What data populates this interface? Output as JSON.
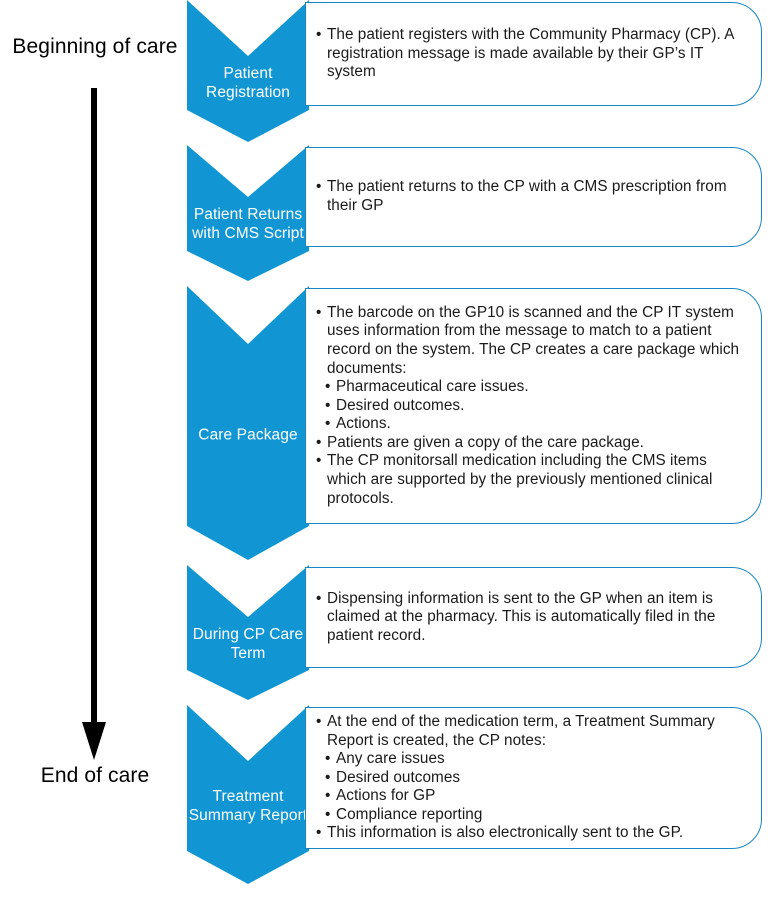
{
  "diagram": {
    "title_begin": "Beginning of care",
    "title_end": "End of care",
    "accent_color": "#1296D3",
    "border_color": "#1886C4",
    "arrow_color": "#000000",
    "text_color": "#1a1a1a"
  },
  "timeline": {
    "start_label": "Beginning of care",
    "end_label": "End of care",
    "arrow_icon": "down-arrow-icon"
  },
  "steps": [
    {
      "label": "Patient Registration",
      "bullets": [
        {
          "level": 0,
          "text": "The patient registers with the Community Pharmacy (CP). A registration message is made available by their GP’s IT system"
        }
      ]
    },
    {
      "label": "Patient Returns with CMS Script",
      "bullets": [
        {
          "level": 0,
          "text": "The patient returns to the CP with a CMS prescription from their GP"
        }
      ]
    },
    {
      "label": "Care Package",
      "bullets": [
        {
          "level": 0,
          "text": "The barcode on the GP10 is scanned and the CP IT system uses information from the message to match to a patient record on the system. The CP creates a care package which documents:"
        },
        {
          "level": 1,
          "text": "Pharmaceutical care issues."
        },
        {
          "level": 1,
          "text": "Desired outcomes."
        },
        {
          "level": 1,
          "text": "Actions."
        },
        {
          "level": 0,
          "text": "Patients are given a copy of the care package."
        },
        {
          "level": 0,
          "text": "The CP monitorsall medication including the CMS items which are supported by the previously mentioned clinical protocols."
        }
      ]
    },
    {
      "label": "During CP Care Term",
      "bullets": [
        {
          "level": 0,
          "text": "Dispensing information is sent to the GP when an item is claimed at the pharmacy. This is automatically filed in the patient record."
        }
      ]
    },
    {
      "label": "Treatment Summary Report",
      "bullets": [
        {
          "level": 0,
          "text": "At the end of the medication term, a Treatment Summary Report is created, the CP notes:"
        },
        {
          "level": 1,
          "text": "Any care issues"
        },
        {
          "level": 1,
          "text": "Desired outcomes"
        },
        {
          "level": 1,
          "text": "Actions for GP"
        },
        {
          "level": 1,
          "text": "Compliance reporting"
        },
        {
          "level": 0,
          "text": "This information is also electronically sent to the GP."
        }
      ]
    }
  ]
}
